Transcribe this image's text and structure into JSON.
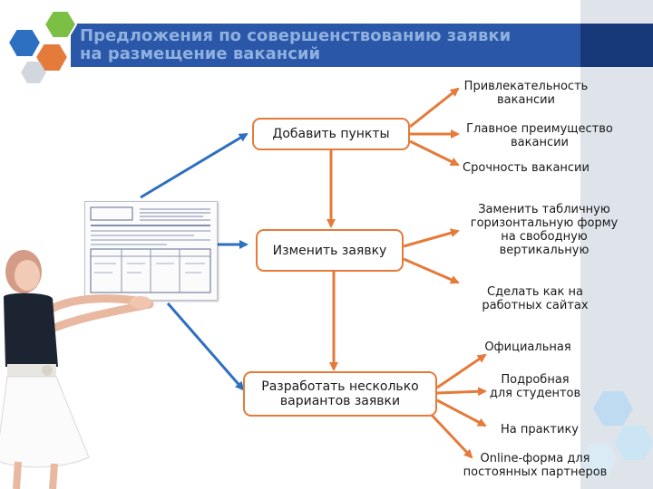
{
  "slide": {
    "title_line1": "Предложения по совершенствованию заявки",
    "title_line2": "на размещение вакансий"
  },
  "boxes": {
    "add": "Добавить пункты",
    "change": "Изменить заявку",
    "develop_line1": "Разработать несколько",
    "develop_line2": "вариантов заявки"
  },
  "labels": {
    "attractiveness_1": "Привлекательность",
    "attractiveness_2": "вакансии",
    "advantage_1": "Главное преимущество",
    "advantage_2": "вакансии",
    "urgency": "Срочность вакансии",
    "replace_1": "Заменить  табличную",
    "replace_2": "горизонтальную форму",
    "replace_3": "на свободную",
    "replace_4": "вертикальную",
    "jobsites_1": "Сделать как на",
    "jobsites_2": "работных сайтах",
    "official": "Официальная",
    "students_1": "Подробная",
    "students_2": "для студентов",
    "internship": "На практику",
    "online_1": "Online-форма для",
    "online_2": "постоянных партнеров"
  },
  "colors": {
    "accent_orange": "#e47b3a",
    "arrow_blue": "#2d6fc0",
    "title_bar": "#2a57a8",
    "title_text": "#8fb0df"
  }
}
